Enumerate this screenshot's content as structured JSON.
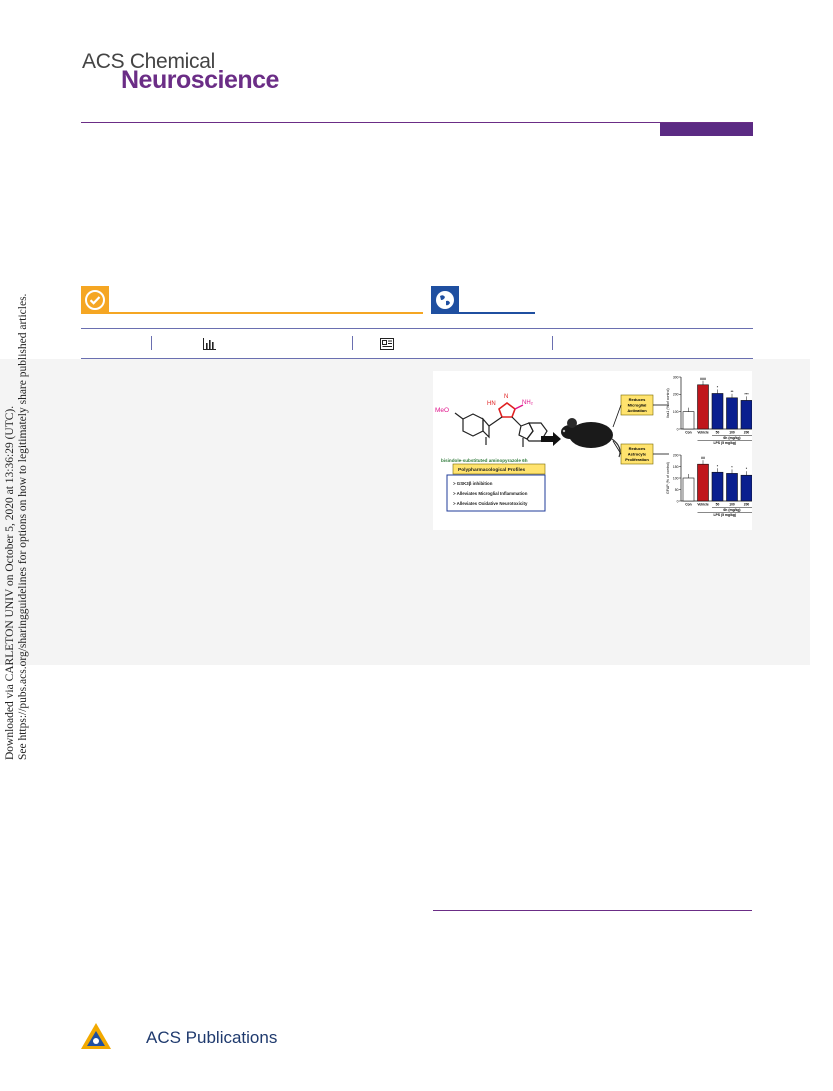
{
  "journal": {
    "name_line1": "ACS Chemical",
    "name_line2": "Neuroscience",
    "brand_color": "#6b2d86"
  },
  "badges": {
    "check_icon": "check-circle-icon",
    "check_color": "#f5a623",
    "globe_icon": "globe-icon",
    "globe_color": "#1f4fa0"
  },
  "metrics": {
    "icons": [
      "bar-chart-icon",
      "article-icon"
    ]
  },
  "toc_graphic": {
    "amino_label": "NH₂",
    "hn_label": "HN",
    "n_label": "N",
    "meo_label": "MeO",
    "compound_caption": "bisindole-substituted aminopyrazole 6h",
    "profile_title": "Polypharmacological Profiles",
    "profile_items": [
      "GSK3β inhibition",
      "Alleviates Microglial Inflammation",
      "Alleviates Oxidative Neurotoxicity"
    ],
    "effect_top": [
      "Reduces",
      "Microglial",
      "Activation"
    ],
    "effect_bottom": [
      "Reduces",
      "Astrocyte",
      "Proliferation"
    ],
    "lps_label": "LPS (5 mg/kg)",
    "dose_label": "6h (mg/kg)",
    "colors": {
      "con": "#ffffff",
      "vehicle": "#c0161c",
      "treated": "#0a1f8f",
      "compound": "#e0148c",
      "pyrazole": "#e02020",
      "amine": "#e0148c"
    }
  },
  "chart_data": [
    {
      "type": "bar",
      "title": "",
      "ylabel": "Iba1 (% of control)",
      "categories": [
        "Con",
        "Vehicle",
        "50",
        "100",
        "200"
      ],
      "values": [
        100,
        255,
        205,
        180,
        165
      ],
      "ylim": [
        0,
        300
      ],
      "yticks": [
        "0",
        "100",
        "200",
        "300"
      ],
      "significance": [
        "",
        "###",
        "*",
        "**",
        "***"
      ]
    },
    {
      "type": "bar",
      "title": "",
      "ylabel": "GFAP (% of control)",
      "categories": [
        "Con",
        "Vehicle",
        "50",
        "100",
        "200"
      ],
      "values": [
        100,
        160,
        125,
        120,
        112
      ],
      "ylim": [
        0,
        200
      ],
      "yticks": [
        "0",
        "50",
        "100",
        "150",
        "200"
      ],
      "significance": [
        "",
        "##",
        "*",
        "*",
        "*"
      ]
    }
  ],
  "side_note": {
    "line1": "Downloaded via CARLETON UNIV on October 5, 2020 at 13:36:29 (UTC).",
    "line2": "See https://pubs.acs.org/sharingguidelines for options on how to legitimately share published articles."
  },
  "publisher": {
    "name": "ACS Publications"
  }
}
